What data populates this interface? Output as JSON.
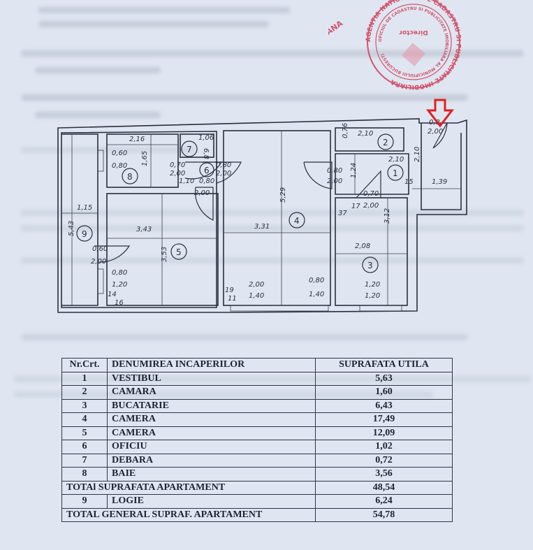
{
  "stamp": {
    "outer": "AGENTIA NATIONALA DE CADASTRU SI PUBLICITATE IMOBILIARA",
    "inner": "OFICIUL DE CADASTRU SI PUBLICITATE IMOBILIARA AL MUNICIPIULUI BUCURESTI",
    "center": "Director",
    "signature": "Ing. MARIANA"
  },
  "plan": {
    "labels": [
      "2,16",
      "0,60",
      "0,80",
      "1,65",
      "1,06",
      "6,8",
      "0,70",
      "2,00",
      "0,80",
      "2,00",
      "1,10",
      "0,80",
      "2,00",
      "1,15",
      "5,43",
      "3,43",
      "3,53",
      "0,60",
      "2,00",
      "0,80",
      "1,20",
      "14",
      "16",
      "19",
      "11",
      "2,00",
      "1,40",
      "5,29",
      "3,31",
      "0,80",
      "1,40",
      "0,76",
      "2,10",
      "2,10",
      "2,10",
      "0,80",
      "2,00",
      "1,24",
      "15",
      "1,39",
      "0,70",
      "2,00",
      "17",
      "37",
      "3,12",
      "2,08",
      "1,20",
      "1,20",
      "0,8",
      "2,00"
    ],
    "rooms": [
      "1",
      "2",
      "3",
      "4",
      "5",
      "6",
      "7",
      "8",
      "9"
    ],
    "highlight_color": "#e02020"
  },
  "table": {
    "headers": [
      "Nr.Crt.",
      "DENUMIREA INCAPERILOR",
      "SUPRAFATA UTILA"
    ],
    "rows": [
      {
        "nr": "1",
        "name": "VESTIBUL",
        "area": "5,63"
      },
      {
        "nr": "2",
        "name": "CAMARA",
        "area": "1,60"
      },
      {
        "nr": "3",
        "name": "BUCATARIE",
        "area": "6,43"
      },
      {
        "nr": "4",
        "name": "CAMERA",
        "area": "17,49"
      },
      {
        "nr": "5",
        "name": "CAMERA",
        "area": "12,09"
      },
      {
        "nr": "6",
        "name": "OFICIU",
        "area": "1,02"
      },
      {
        "nr": "7",
        "name": "DEBARA",
        "area": "0,72"
      },
      {
        "nr": "8",
        "name": "BAIE",
        "area": "3,56"
      }
    ],
    "subtotal": {
      "label": "TOTAl  SUPRAFATA  APARTAMENT",
      "area": "48,54"
    },
    "logia": {
      "nr": "9",
      "name": "LOGIE",
      "area": "6,24"
    },
    "total": {
      "label": "TOTAL GENERAL SUPRAF. APARTAMENT",
      "area": "54,78"
    }
  }
}
